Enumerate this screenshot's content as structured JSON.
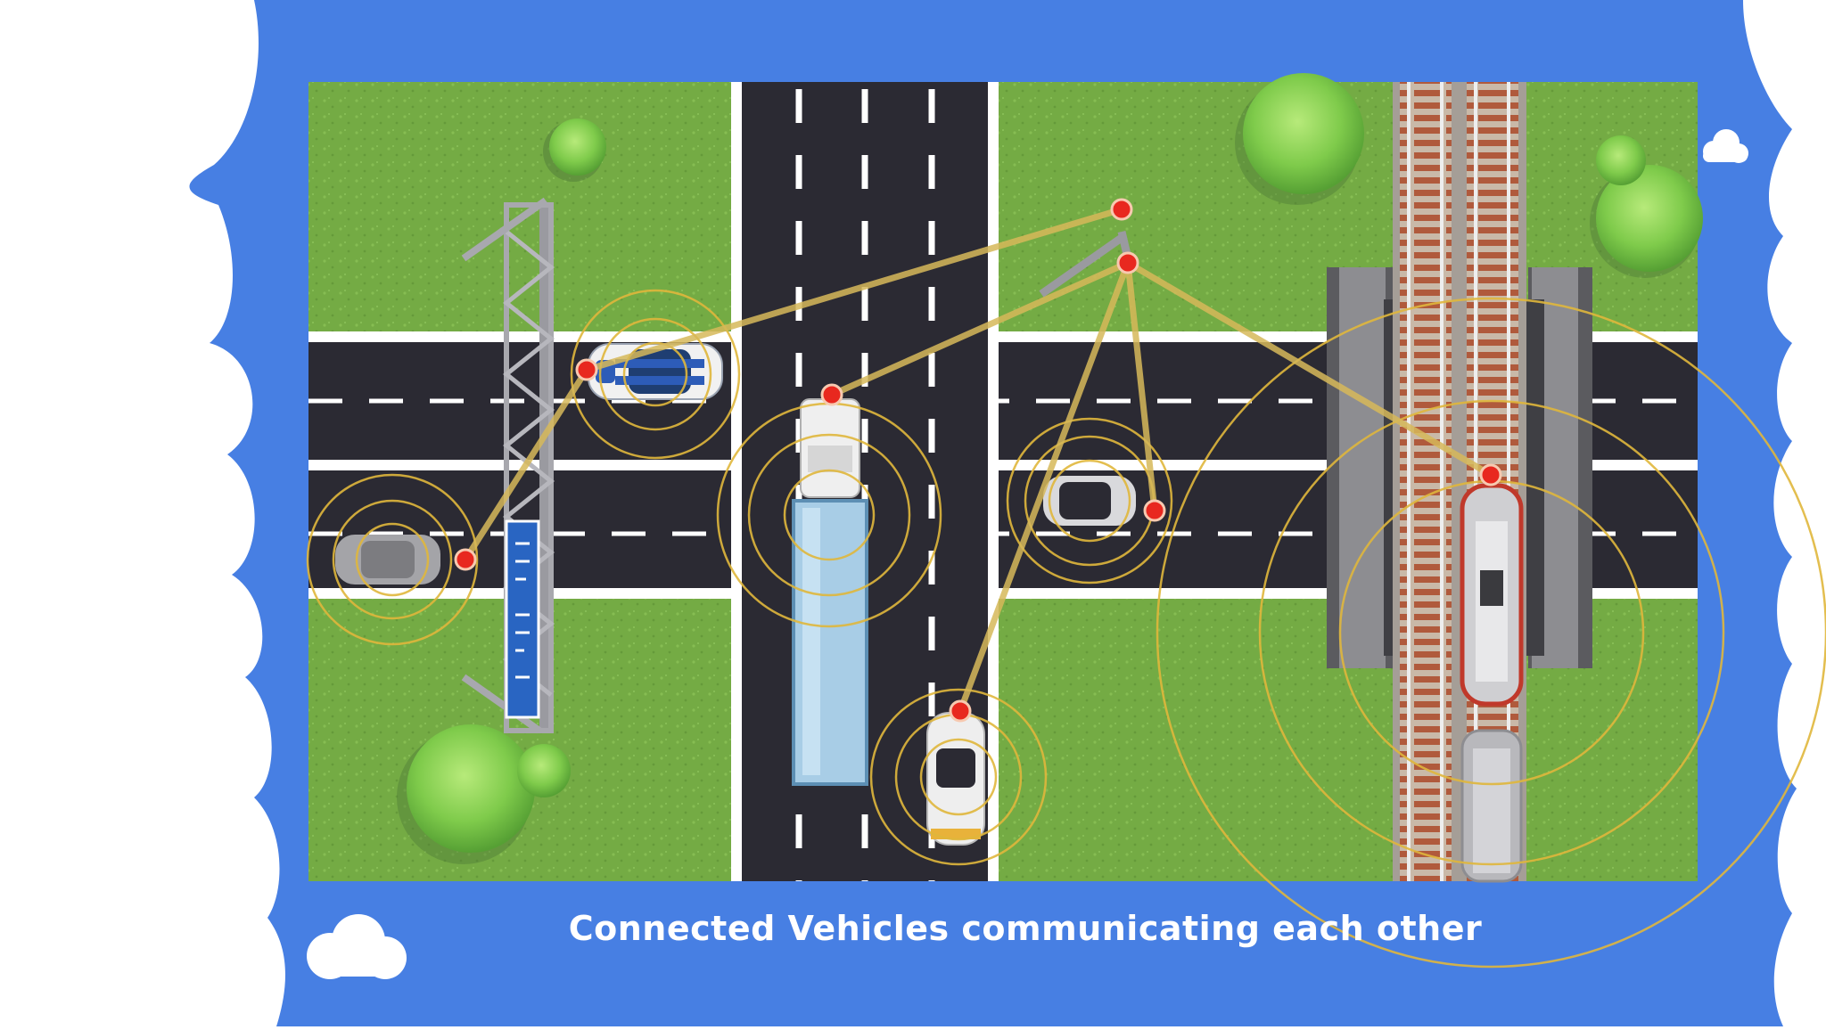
{
  "slide": {
    "caption": "Connected Vehicles communicating each other"
  },
  "colors": {
    "slide_background": "#477fe3",
    "cloud": "#ffffff",
    "grass": "#74ab44",
    "road": "#2b2a33",
    "lane_marking": "#ffffff",
    "signal_ring": "#e0b73c",
    "signal_link": "#d7b95a",
    "node": "#e8281f",
    "tree": "#7bc84a"
  },
  "illustration": {
    "elements": [
      "sign-gantry",
      "police-car",
      "gray-car",
      "semi-truck",
      "dark-car",
      "white-car",
      "roadside-unit-pole",
      "railway-bridge",
      "locomotive",
      "trees"
    ]
  }
}
